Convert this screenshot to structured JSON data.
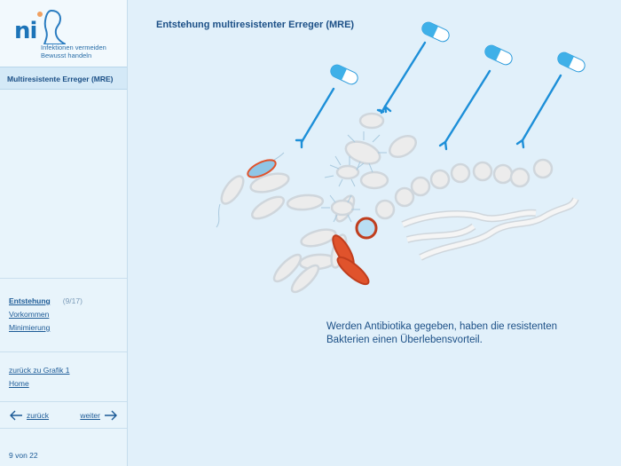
{
  "logo": {
    "mark": "ni",
    "line1": "Infektionen vermeiden",
    "line2": "Bewusst handeln"
  },
  "sidebar": {
    "section_title": "Multiresistente Erreger (MRE)",
    "chapters": [
      {
        "label": "Entstehung",
        "counter": "(9/17)"
      },
      {
        "label": "Vorkommen"
      },
      {
        "label": "Minimierung"
      }
    ],
    "back_to_graphic": "zurück zu Grafik 1",
    "home": "Home",
    "prev": "zurück",
    "next": "weiter",
    "page_indicator": "9 von 22"
  },
  "main": {
    "title": "Entstehung multiresistenter Erreger (MRE)",
    "caption": "Werden Antibiotika gegeben, haben die resistenten Bakterien einen Überlebensvorteil."
  },
  "colors": {
    "accent": "#1d8fd8",
    "capsule_blue": "#3fb0e8",
    "resistant": "#e0532c",
    "bacteria_fill": "#ececec",
    "bacteria_stroke": "#cfd6dc"
  },
  "icons": {
    "prev": "arrow-left-icon",
    "next": "arrow-right-icon"
  }
}
